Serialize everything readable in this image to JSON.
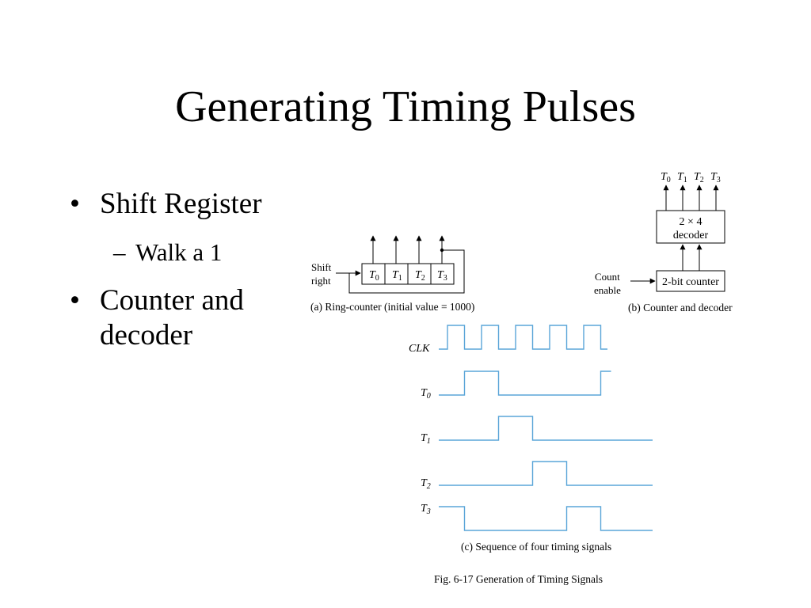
{
  "slide": {
    "title": "Generating Timing Pulses",
    "bullets": [
      {
        "text": "Shift Register",
        "sub": "Walk a 1"
      },
      {
        "line1": "Counter and",
        "line2": "decoder"
      }
    ]
  },
  "bullet_symbol": "•",
  "dash_symbol": "–",
  "figure": {
    "ring": {
      "input_label_1": "Shift",
      "input_label_2": "right",
      "cells": [
        "T",
        "T",
        "T",
        "T"
      ],
      "subs": [
        "0",
        "1",
        "2",
        "3"
      ],
      "caption": "(a) Ring-counter (initial value = 1000)"
    },
    "decoder": {
      "outputs": [
        "T",
        "T",
        "T",
        "T"
      ],
      "subs": [
        "0",
        "1",
        "2",
        "3"
      ],
      "decoder_label_1": "2 × 4",
      "decoder_label_2": "decoder",
      "counter_label": "2-bit counter",
      "enable_label_1": "Count",
      "enable_label_2": "enable",
      "caption": "(b) Counter and decoder"
    },
    "timing": {
      "clk_label": "CLK",
      "signal_base": "T",
      "signals": [
        "0",
        "1",
        "2",
        "3"
      ],
      "clk_pulses": 5,
      "active_slot": [
        0,
        1,
        2,
        3
      ],
      "caption": "(c) Sequence of four timing signals"
    },
    "caption": "Fig. 6-17  Generation of Timing Signals"
  },
  "colors": {
    "waveform": "#5aa5d8",
    "ink": "#000000"
  }
}
